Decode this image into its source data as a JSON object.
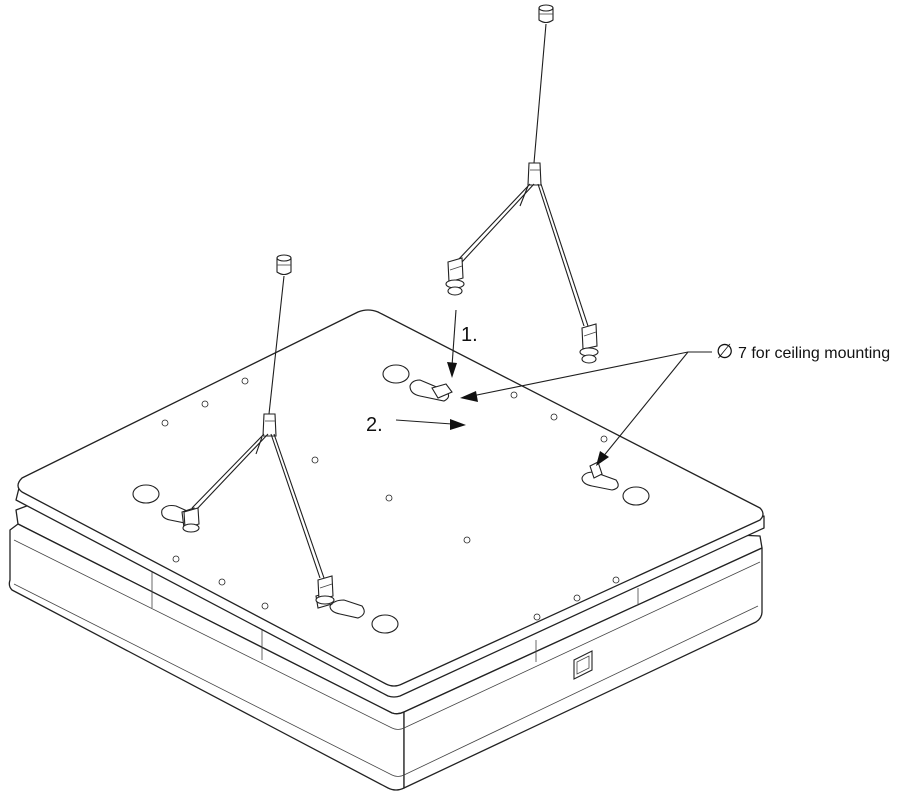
{
  "labels": {
    "step1": "1.",
    "step2": "2.",
    "diameter_symbol": "∅",
    "diameter_text": "7 for ceiling mounting"
  }
}
